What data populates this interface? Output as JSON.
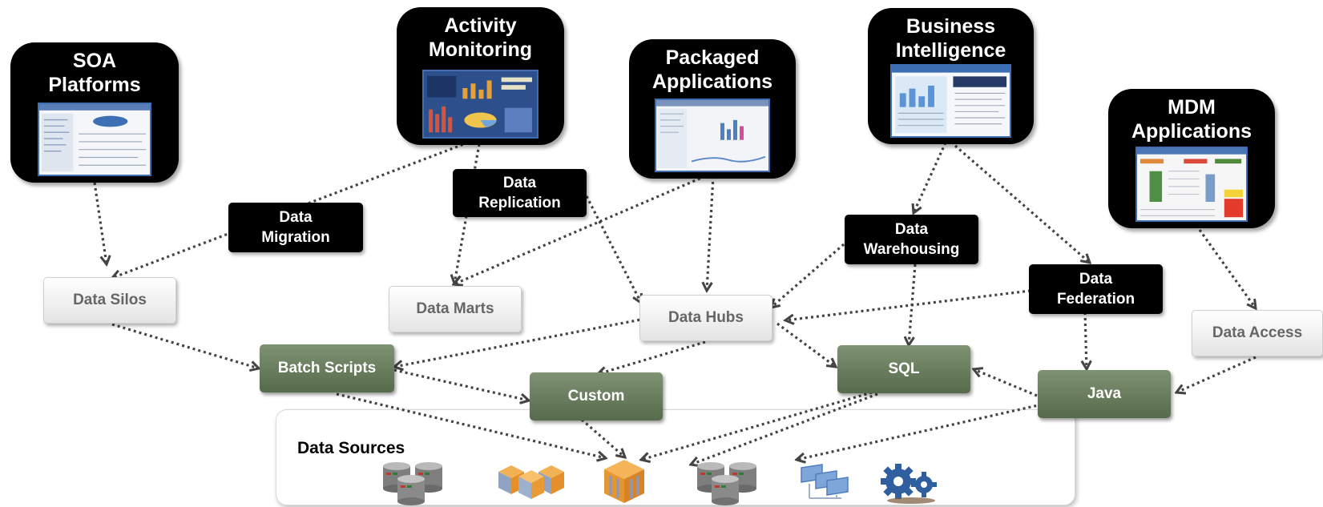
{
  "applications": {
    "soa": [
      "SOA",
      "Platforms"
    ],
    "activity": [
      "Activity",
      "Monitoring"
    ],
    "packaged": [
      "Packaged",
      "Applications"
    ],
    "bi": [
      "Business",
      "Intelligence"
    ],
    "mdm": [
      "MDM",
      "Applications"
    ]
  },
  "processes": {
    "migration": [
      "Data",
      "Migration"
    ],
    "replication": [
      "Data",
      "Replication"
    ],
    "warehousing": [
      "Data",
      "Warehousing"
    ],
    "federation": [
      "Data",
      "Federation"
    ]
  },
  "tiers": {
    "silos": "Data Silos",
    "marts": "Data Marts",
    "hubs": "Data Hubs",
    "access": "Data Access"
  },
  "integrations": {
    "batch": "Batch Scripts",
    "custom": "Custom",
    "sql": "SQL",
    "java": "Java"
  },
  "sources": {
    "label": "Data Sources",
    "icons": [
      "database-cluster-icon",
      "cube-cluster-icon",
      "cube-icon",
      "database-cluster-icon",
      "network-computers-icon",
      "gears-icon"
    ]
  },
  "colors": {
    "tile": "#000000",
    "green": "#667a5c",
    "tier_text": "#666666",
    "arrow": "#444444"
  }
}
